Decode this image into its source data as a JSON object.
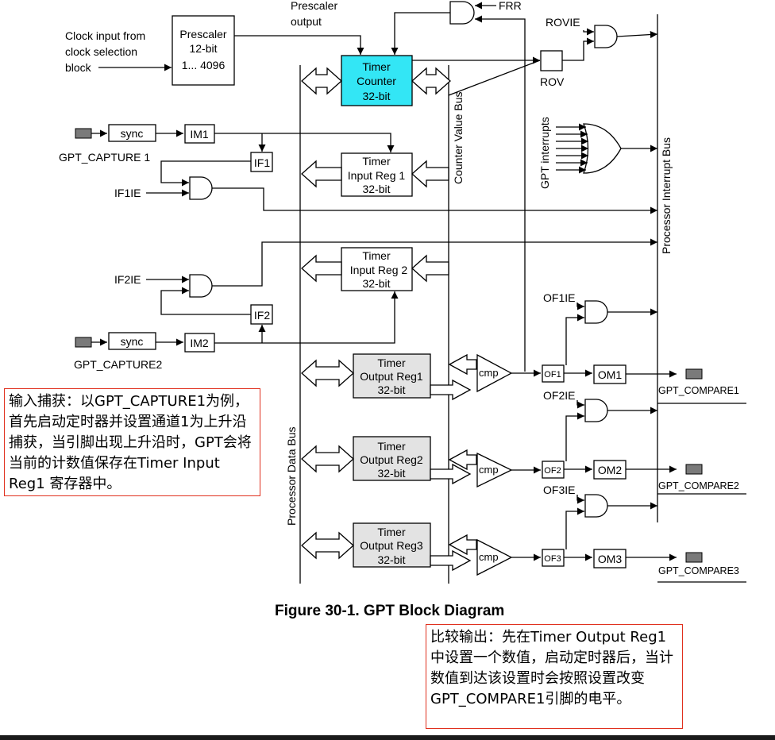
{
  "figure": {
    "caption": "Figure 30-1. GPT Block Diagram",
    "labels": {
      "clock_input": [
        "Clock input from",
        "clock selection",
        "block"
      ],
      "prescaler": [
        "Prescaler",
        "12-bit",
        "1...  4096"
      ],
      "prescaler_output": [
        "Prescaler",
        "output"
      ],
      "frr": "FRR",
      "rovie": "ROVIE",
      "rov": "ROV",
      "timer_counter": [
        "Timer",
        "Counter",
        "32-bit"
      ],
      "counter_value_bus": "Counter Value Bus",
      "gpt_interrupts": "GPT interrupts",
      "processor_interrupt_bus": "Processor Interrupt Bus",
      "processor_data_bus": "Processor Data Bus",
      "sync": "sync",
      "im1": "IM1",
      "im2": "IM2",
      "if1": "IF1",
      "if2": "IF2",
      "if1ie": "IF1IE",
      "if2ie": "IF2IE",
      "gpt_capture1": "GPT_CAPTURE 1",
      "gpt_capture2": "GPT_CAPTURE2",
      "input_reg1": [
        "Timer",
        "Input Reg 1",
        "32-bit"
      ],
      "input_reg2": [
        "Timer",
        "Input Reg 2",
        "32-bit"
      ],
      "output_reg1": [
        "Timer",
        "Output Reg1",
        "32-bit"
      ],
      "output_reg2": [
        "Timer",
        "Output Reg2",
        "32-bit"
      ],
      "output_reg3": [
        "Timer",
        "Output Reg3",
        "32-bit"
      ],
      "cmp": "cmp",
      "of1ie": "OF1IE",
      "of2ie": "OF2IE",
      "of3ie": "OF3IE",
      "of1": "OF1",
      "of2": "OF2",
      "of3": "OF3",
      "om1": "OM1",
      "om2": "OM2",
      "om3": "OM3",
      "gpt_compare1": "GPT_COMPARE1",
      "gpt_compare2": "GPT_COMPARE2",
      "gpt_compare3": "GPT_COMPARE3"
    },
    "colors": {
      "timer_counter_fill": "#33e6f5",
      "note_border": "#e0301e",
      "register_fill": "#e3e3e3"
    }
  },
  "annotations": {
    "input_capture": "输入捕获：以GPT_CAPTURE1为例，首先启动定时器并设置通道1为上升沿捕获，当引脚出现上升沿时，GPT会将当前的计数值保存在Timer Input Reg1 寄存器中。",
    "output_compare": "比较输出：先在Timer Output Reg1中设置一个数值，启动定时器后，当计数值到达该设置时会按照设置改变GPT_COMPARE1引脚的电平。"
  }
}
